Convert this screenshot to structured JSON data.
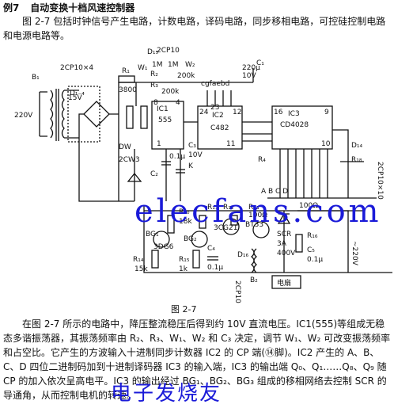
{
  "header": {
    "example_label": "例7",
    "title": "自动变换十档风速控制器"
  },
  "intro": "图 2-7 包括时钟信号产生电路，计数电路，译码电路，同步移相电路，可控硅控制电路和电源电路等。",
  "figure": {
    "caption": "图 2-7",
    "labels": {
      "b1": "B₁",
      "v220": "220V",
      "v15": "15V",
      "d14": "D₁₋₄",
      "diode_bridge": "2CP10×4",
      "r1": "R₁",
      "r1v": "3800",
      "d15": "D₁₅",
      "cp10": "2CP10",
      "w1": "W₁",
      "w2": "W₂",
      "m1a": "1M",
      "m1b": "1M",
      "r2": "R₂",
      "r3": "R₃",
      "k200a": "200k",
      "k200b": "200k",
      "c1": "C₁",
      "c1v": "220μ",
      "v10": "10V",
      "cgfaebd": "cgfaebd",
      "ic1": "IC1",
      "ic1n": "555",
      "ic2": "IC2",
      "ic2n": "C482",
      "ic3": "IC3",
      "ic3n": "CD4028",
      "p8": "8",
      "p4": "4",
      "p24": "24",
      "p23": "23",
      "p12": "12",
      "p16": "16",
      "p9": "9",
      "p1": "1",
      "p11": "11",
      "p10": "10",
      "dw": "DW",
      "dwn": "2CW3",
      "c2": "C₂",
      "c2v": "0.1μ",
      "c3": "C₃",
      "c3v": "10V",
      "k": "K",
      "abcd": "A B C D",
      "diode_chain": "2CP10×10",
      "d14r": "D₁₄",
      "ra": "R₄",
      "r18": "R₁₈",
      "r10": "R₁₀",
      "r10v": "18k",
      "r11": "R₁₁",
      "r12": "R₁₂",
      "r13": "R₁₃",
      "r13v": "100Ω",
      "cg21": "3CG21",
      "bg1": "BG₁",
      "bg2": "BG₂",
      "bg3": "BT33",
      "dg6": "3DG6",
      "r14": "R₁₄",
      "r14v": "15k",
      "r15": "R₁₅",
      "r15v": "1k",
      "d16": "D₁₆",
      "c4": "C₄",
      "c4v": "0.1μ",
      "cp10b": "2CP10",
      "b2": "B₂",
      "scr": "SCR",
      "scr3a": "3A",
      "scr400": "400V",
      "r16": "R₁₆",
      "c5": "C₅",
      "c5v": "0.1μ",
      "ohm100": "100Ω",
      "v220b": "~220V",
      "motor": "电扇"
    }
  },
  "body_text": "在图 2-7 所示的电路中，降压整流稳压后得到约 10V 直流电压。IC1(555)等组成无稳态多谐振荡器，其振荡频率由 R₂、R₃、W₁、W₂ 和 C₃ 决定，调节 W₁、W₂ 可改变振荡频率和占空比。它产生的方波输入十进制同步计数器 IC2 的 CP 端(⑭脚)。IC2 产生的 A、B、C、D 四位二进制码加到十进制译码器 IC3 的输入端，IC3 的输出端 Q₀、Q₁……Q₈、Q₉ 随 CP 的加入依次呈高电平。IC3 的输出经过 BG₁、BG₂、BG₃ 组成的移相网络去控制 SCR 的导通角，从而控制电机的转速。",
  "watermark": {
    "site": "elecfans.com",
    "cn": "电子发烧友"
  }
}
